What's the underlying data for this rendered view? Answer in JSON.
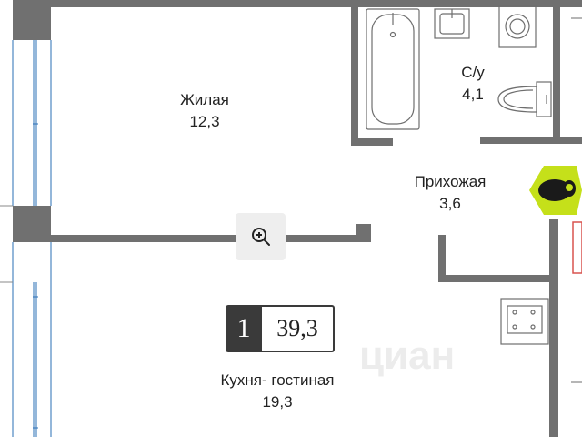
{
  "rooms": {
    "living": {
      "name": "Жилая",
      "area": "12,3"
    },
    "bathroom": {
      "name": "С/у",
      "area": "4,1"
    },
    "hallway": {
      "name": "Прихожая",
      "area": "3,6"
    },
    "kitchen": {
      "name": "Кухня- гостиная",
      "area": "19,3"
    }
  },
  "badge": {
    "rooms": "1",
    "total_area": "39,3"
  },
  "zoom": {
    "icon": "zoom-in-icon"
  },
  "colors": {
    "wall": "#707070",
    "line": "#5c5c5c",
    "badge_dark": "#3a3a3a",
    "hex_accent": "#c5e01a"
  }
}
